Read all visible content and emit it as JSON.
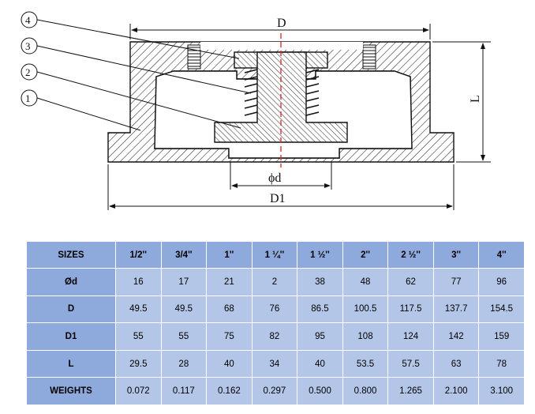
{
  "drawing": {
    "callouts": [
      "4",
      "3",
      "2",
      "1"
    ],
    "dims": {
      "D": "D",
      "L": "L",
      "d": "ϕd",
      "D1": "D1"
    },
    "colors": {
      "line": "#111111",
      "centerline": "#e03030"
    }
  },
  "table": {
    "headers": [
      "SIZES",
      "1/2''",
      "3/4''",
      "1''",
      "1 ¼''",
      "1 ½''",
      "2''",
      "2 ½''",
      "3''",
      "4''"
    ],
    "rows": [
      {
        "label": "Ød",
        "values": [
          "16",
          "17",
          "21",
          "2",
          "38",
          "48",
          "62",
          "77",
          "96"
        ]
      },
      {
        "label": "D",
        "values": [
          "49.5",
          "49.5",
          "68",
          "76",
          "86.5",
          "100.5",
          "117.5",
          "137.7",
          "154.5"
        ]
      },
      {
        "label": "D1",
        "values": [
          "55",
          "55",
          "75",
          "82",
          "95",
          "108",
          "124",
          "142",
          "159"
        ]
      },
      {
        "label": "L",
        "values": [
          "29.5",
          "28",
          "40",
          "34",
          "40",
          "53.5",
          "57.5",
          "63",
          "78"
        ]
      },
      {
        "label": "WEIGHTS",
        "values": [
          "0.072",
          "0.117",
          "0.162",
          "0.297",
          "0.500",
          "0.800",
          "1.265",
          "2.100",
          "3.100"
        ]
      }
    ],
    "colors": {
      "header": "#8ea9db",
      "cell": "#b4c6e7"
    }
  }
}
